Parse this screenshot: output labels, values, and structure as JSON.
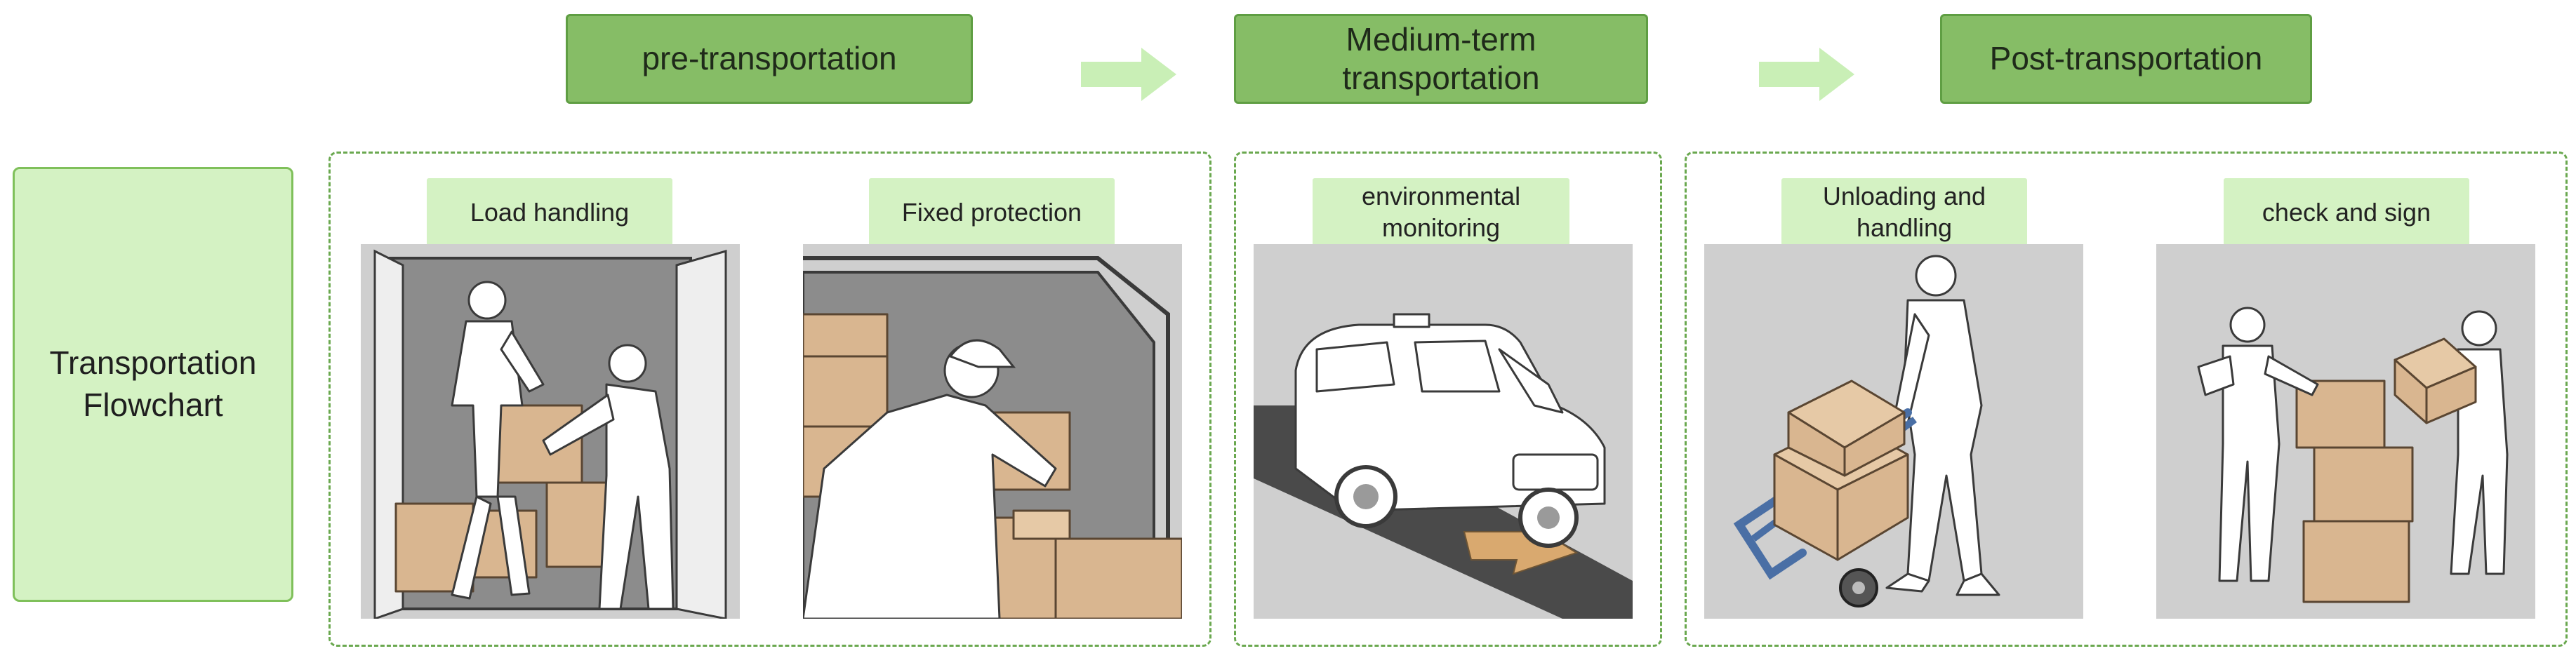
{
  "stages": [
    {
      "label": "pre-transportation"
    },
    {
      "label": "Medium-term transportation"
    },
    {
      "label": "Post-transportation"
    }
  ],
  "flowchart_title": "Transportation Flowchart",
  "steps": [
    {
      "label": "Load handling",
      "icon": "loading-van-workers-icon"
    },
    {
      "label": "Fixed protection",
      "icon": "securing-boxes-icon"
    },
    {
      "label": "environmental monitoring",
      "icon": "delivery-van-icon"
    },
    {
      "label": "Unloading and handling",
      "icon": "hand-truck-icon"
    },
    {
      "label": "check and sign",
      "icon": "inspection-clipboard-icon"
    }
  ],
  "colors": {
    "stage_fill": "#86bd66",
    "stage_border": "#5f9e43",
    "label_fill": "#d4f2c3",
    "arrow_fill": "#c9efb6",
    "group_border": "#6aa84f",
    "illustration_bg": "#cfcfcf",
    "box_fill": "#d9b690"
  }
}
